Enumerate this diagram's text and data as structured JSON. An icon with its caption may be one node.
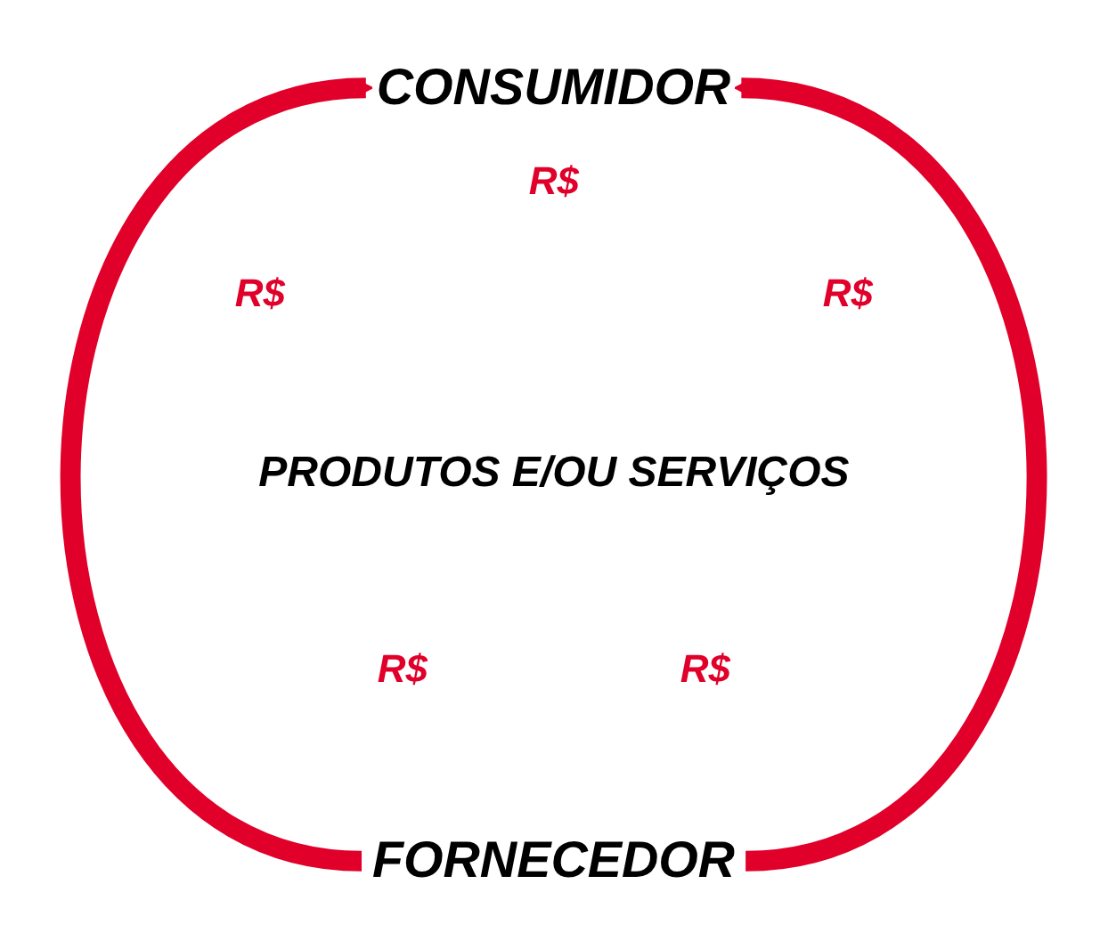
{
  "diagram": {
    "nodes": [
      {
        "text": [
          "CONSUMIDOR"
        ]
      },
      {
        "text": [
          "FORNECEDOR"
        ]
      }
    ],
    "edges": [
      {
        "from": 1,
        "to": 0,
        "arrow": "to"
      },
      {
        "from": 1,
        "to": 0,
        "arrow": "to"
      }
    ],
    "labels": [
      "R$",
      "R$",
      "R$",
      "PRODUTOS E/OU SERVIÇOS",
      "R$",
      "R$"
    ]
  }
}
